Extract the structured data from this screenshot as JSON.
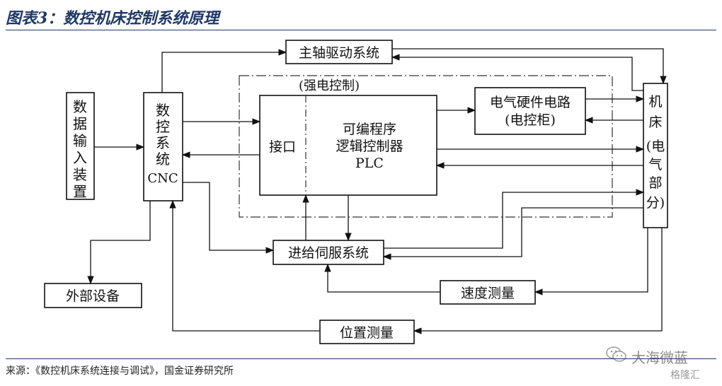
{
  "figure_title": "图表3：数控机床控制系统原理",
  "source_note": "来源：《数控机床系统连接与调试》，国金证券研究所",
  "watermark": {
    "main": "大海微蓝",
    "sub": "格隆汇"
  },
  "nodes": {
    "spindle": "主轴驱动系统",
    "input": [
      "数",
      "据",
      "输",
      "入",
      "装",
      "置"
    ],
    "cnc": [
      "数",
      "控",
      "系",
      "统",
      "CNC"
    ],
    "strong_label": "(强电控制)",
    "interface": "接口",
    "plc": [
      "可编程序",
      "逻辑控制器",
      "PLC"
    ],
    "cabinet": [
      "电气硬件电路",
      "(电控柜)"
    ],
    "machine": [
      "机",
      "床",
      "(电",
      "气",
      "部",
      "分)"
    ],
    "servo": "进给伺服系统",
    "external": "外部设备",
    "speed": "速度测量",
    "position": "位置测量"
  }
}
